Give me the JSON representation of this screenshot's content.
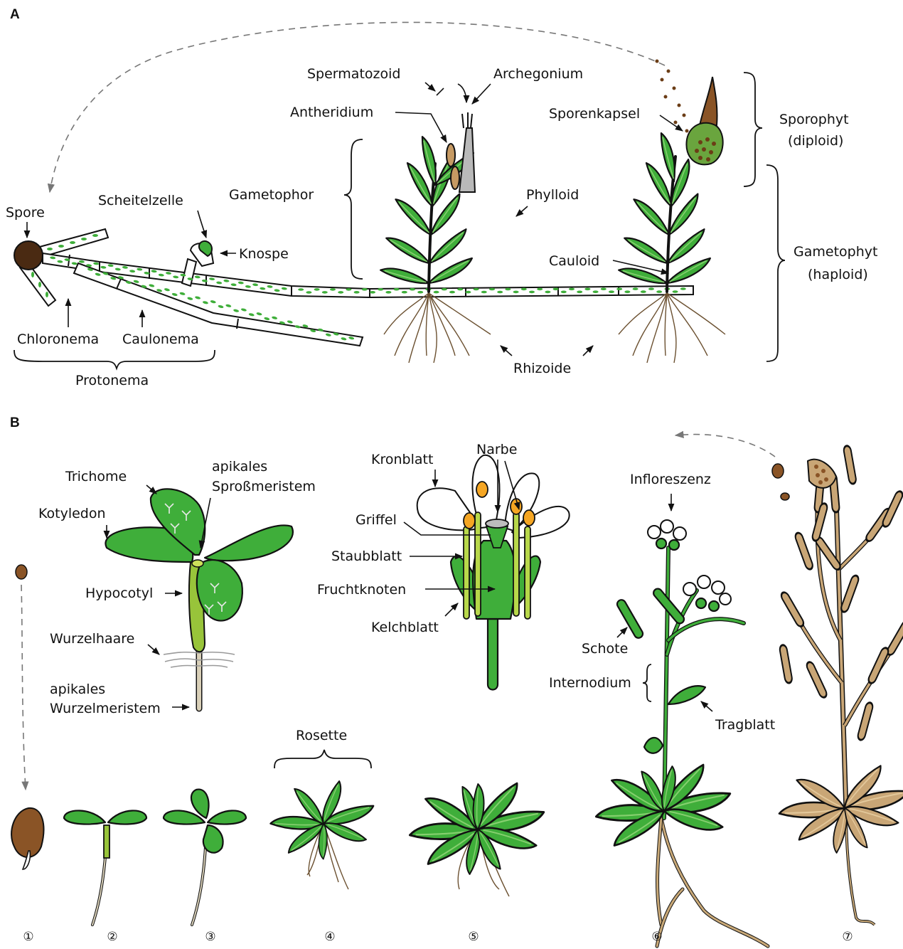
{
  "panels": {
    "a": "A",
    "b": "B"
  },
  "moss": {
    "spore": "Spore",
    "scheitelzelle": "Scheitelzelle",
    "knospe": "Knospe",
    "chloronema": "Chloronema",
    "caulonema": "Caulonema",
    "protonema": "Protonema",
    "gametophor": "Gametophor",
    "spermatozoid": "Spermatozoid",
    "antheridium": "Antheridium",
    "archegonium": "Archegonium",
    "phylloid": "Phylloid",
    "cauloid": "Cauloid",
    "rhizoide": "Rhizoide",
    "sporenkapsel": "Sporenkapsel",
    "sporophyt": "Sporophyt",
    "sporophyt_ploidy": "(diploid)",
    "gametophyt": "Gametophyt",
    "gametophyt_ploidy": "(haploid)"
  },
  "seedling": {
    "trichome": "Trichome",
    "apikal_spross_1": "apikales",
    "apikal_spross_2": "Sproßmeristem",
    "kotyledon": "Kotyledon",
    "hypocotyl": "Hypocotyl",
    "wurzelhaare": "Wurzelhaare",
    "apikal_wurzel_1": "apikales",
    "apikal_wurzel_2": "Wurzelmeristem"
  },
  "flower": {
    "kronblatt": "Kronblatt",
    "narbe": "Narbe",
    "griffel": "Griffel",
    "staubblatt": "Staubblatt",
    "fruchtknoten": "Fruchtknoten",
    "kelchblatt": "Kelchblatt"
  },
  "mature": {
    "infloreszenz": "Infloreszenz",
    "schote": "Schote",
    "internodium": "Internodium",
    "tragblatt": "Tragblatt",
    "rosette": "Rosette"
  },
  "stages": [
    "①",
    "②",
    "③",
    "④",
    "⑤",
    "⑥",
    "⑦"
  ],
  "colors": {
    "leaf": "#3fae3a",
    "vein": "#86cf6f",
    "spore": "#4a2a12",
    "seed": "#8a5426",
    "dry": "#c9a676",
    "anther": "#f5a623",
    "line": "#111111"
  }
}
